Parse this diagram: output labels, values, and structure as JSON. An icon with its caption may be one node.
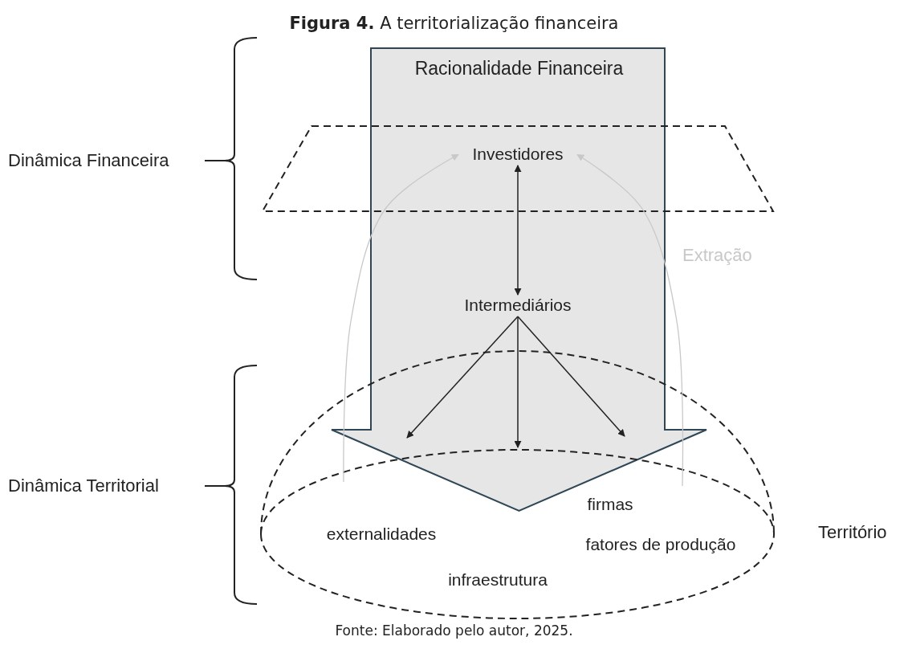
{
  "diagram": {
    "title": "**Figura 4.** A territorialização financeira",
    "caption": "Fonte: Elaborado pelo autor, 2025.",
    "nodes": [
      {
        "text": [
          "Racionalidade Financeira"
        ]
      },
      {
        "text": [
          "Investidores"
        ],
        "in": 0
      },
      {
        "text": [
          "Intermediários"
        ],
        "in": 0
      },
      {
        "text": [],
        "shape": "dome",
        "beside": [
          "Território"
        ]
      },
      {
        "text": [
          "externalidades"
        ],
        "in": 3
      },
      {
        "text": [
          "firmas"
        ],
        "in": 3
      },
      {
        "text": [
          "fatores de produção"
        ],
        "in": 3
      },
      {
        "text": [
          "infraestrutura"
        ],
        "in": 3
      }
    ],
    "edges": [
      {
        "from": 1,
        "to": 2,
        "arrow": "both"
      },
      {
        "from": 2,
        "to": null,
        "arrow": "to"
      },
      {
        "from": 2,
        "to": null,
        "arrow": "to"
      },
      {
        "from": 2,
        "to": null,
        "arrow": "to"
      },
      {
        "from": null,
        "to": 1,
        "arrow": "to",
        "color": "#c8c8c8"
      },
      {
        "from": null,
        "to": 1,
        "arrow": "to",
        "color": "#c8c8c8",
        "label": "Extração"
      }
    ],
    "labels": [
      "Dinâmica Financeira",
      "Dinâmica Territorial"
    ]
  }
}
